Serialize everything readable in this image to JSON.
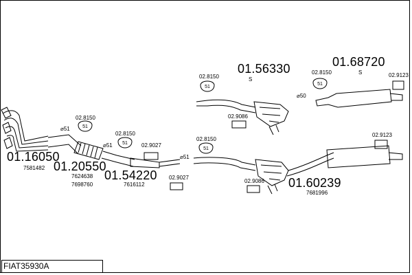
{
  "diagram_id": "FIAT35930A",
  "parts": {
    "p01_16050": {
      "code": "01.16050",
      "ref": "7581482"
    },
    "p01_20550": {
      "code": "01.20550",
      "refs": [
        "7624638",
        "7698760"
      ]
    },
    "p01_54220": {
      "code": "01.54220",
      "ref": "7616112"
    },
    "p01_56330": {
      "code": "01.56330",
      "variant": "S"
    },
    "p01_68720": {
      "code": "01.68720",
      "variant": "S"
    },
    "p01_60239": {
      "code": "01.60239",
      "ref": "7681996"
    }
  },
  "accessories": {
    "hanger_code": "02.8150",
    "hanger_symbol": "51",
    "clamp_9027": "02.9027",
    "clamp_9086": "02.9086",
    "clamp_9123": "02.9123"
  },
  "diameters": {
    "d51": "⌀51",
    "d50": "⌀50"
  }
}
